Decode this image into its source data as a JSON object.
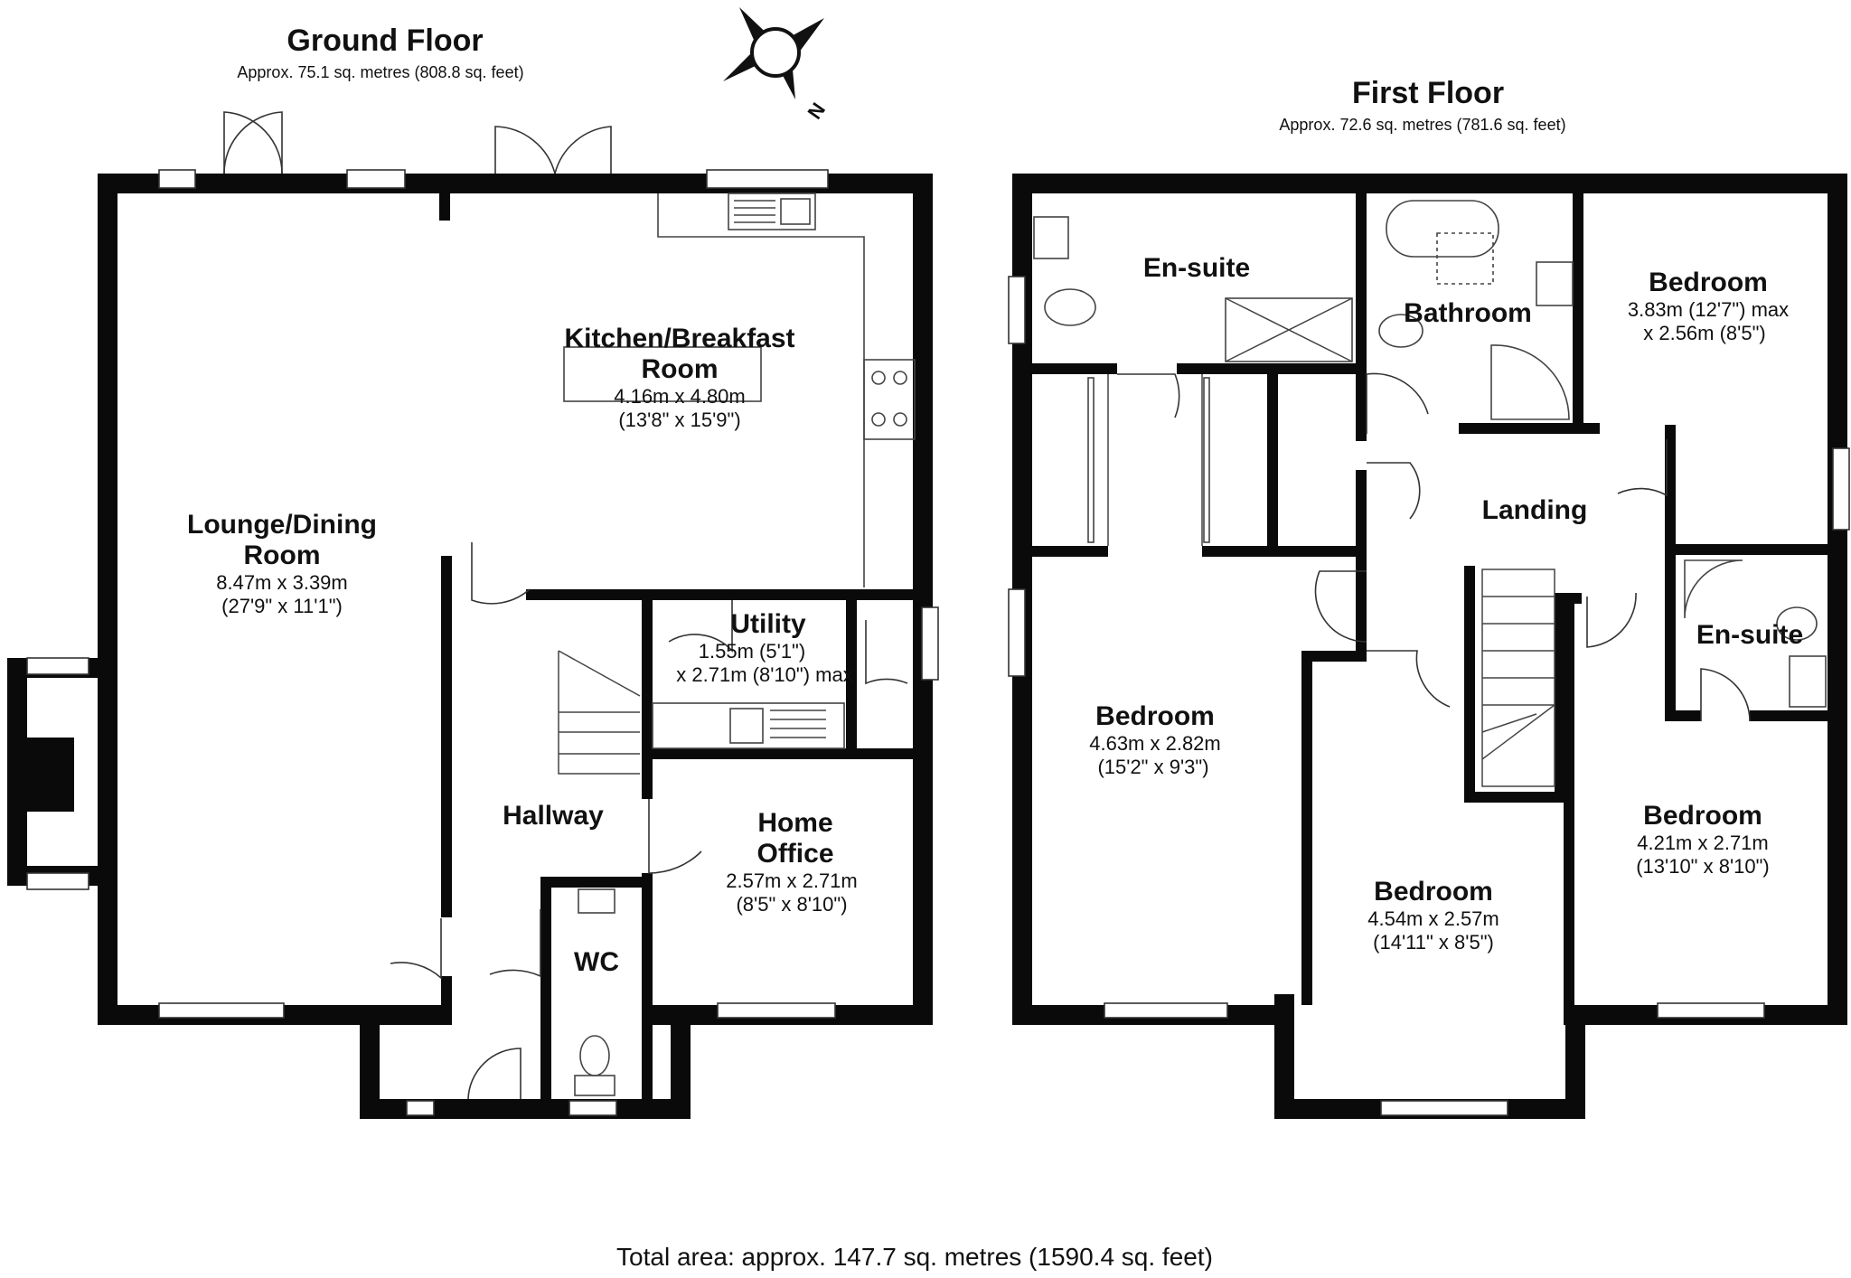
{
  "ground_floor": {
    "title": "Ground Floor",
    "area": "Approx. 75.1 sq. metres (808.8 sq. feet)",
    "rooms": {
      "kitchen": {
        "name_line1": "Kitchen/Breakfast",
        "name_line2": "Room",
        "dim_line1": "4.16m x 4.80m",
        "dim_line2": "(13'8\" x 15'9\")"
      },
      "lounge": {
        "name_line1": "Lounge/Dining",
        "name_line2": "Room",
        "dim_line1": "8.47m x 3.39m",
        "dim_line2": "(27'9\" x 11'1\")"
      },
      "utility": {
        "name": "Utility",
        "dim_line1": "1.55m (5'1\")",
        "dim_line2": "x 2.71m (8'10\") max"
      },
      "hallway": {
        "name": "Hallway"
      },
      "office": {
        "name_line1": "Home",
        "name_line2": "Office",
        "dim_line1": "2.57m x 2.71m",
        "dim_line2": "(8'5\" x 8'10\")"
      },
      "wc": {
        "name": "WC"
      }
    }
  },
  "first_floor": {
    "title": "First Floor",
    "area": "Approx. 72.6 sq. metres (781.6 sq. feet)",
    "rooms": {
      "ensuite1": {
        "name": "En-suite"
      },
      "bathroom": {
        "name": "Bathroom"
      },
      "bedroom_ne": {
        "name": "Bedroom",
        "dim_line1": "3.83m (12'7\") max",
        "dim_line2": "x 2.56m (8'5\")"
      },
      "landing": {
        "name": "Landing"
      },
      "bedroom_w": {
        "name": "Bedroom",
        "dim_line1": "4.63m x 2.82m",
        "dim_line2": "(15'2\" x 9'3\")"
      },
      "ensuite2": {
        "name": "En-suite"
      },
      "bedroom_s": {
        "name": "Bedroom",
        "dim_line1": "4.54m x 2.57m",
        "dim_line2": "(14'11\" x 8'5\")"
      },
      "bedroom_e": {
        "name": "Bedroom",
        "dim_line1": "4.21m x 2.71m",
        "dim_line2": "(13'10\" x 8'10\")"
      }
    }
  },
  "compass": {
    "label": "N"
  },
  "total_area": "Total area: approx. 147.7 sq. metres (1590.4 sq. feet)"
}
